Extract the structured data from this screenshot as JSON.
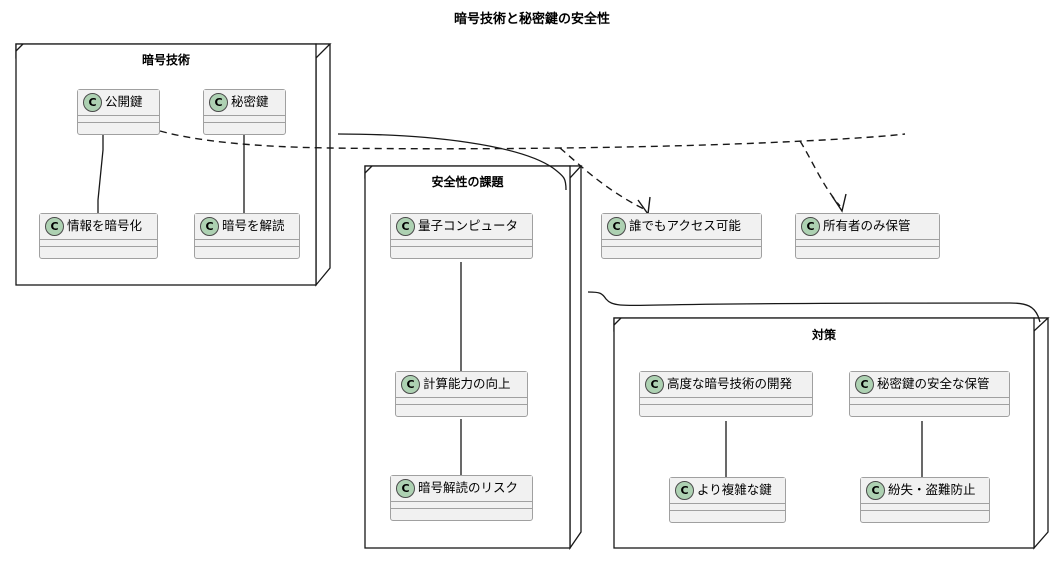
{
  "diagram": {
    "title": "暗号技術と秘密鍵の安全性",
    "type": "uml-class-diagram",
    "colors": {
      "class_fill": "#F1F1F1",
      "class_border": "#A0A0A0",
      "icon_fill": "#ADD1B2",
      "line": "#181818",
      "background": "#FFFFFF"
    }
  },
  "packages": [
    {
      "name": "pkg-cryptography",
      "label": "暗号技術",
      "classes": [
        {
          "name": "class-public-key",
          "label": "公開鍵",
          "icon": "class-icon",
          "stereotype": "C"
        },
        {
          "name": "class-secret-key",
          "label": "秘密鍵",
          "icon": "class-icon",
          "stereotype": "C"
        },
        {
          "name": "class-encrypt-info",
          "label": "情報を暗号化",
          "icon": "class-icon",
          "stereotype": "C"
        },
        {
          "name": "class-decrypt",
          "label": "暗号を解読",
          "icon": "class-icon",
          "stereotype": "C"
        }
      ]
    },
    {
      "name": "pkg-security-issues",
      "label": "安全性の課題",
      "classes": [
        {
          "name": "class-quantum-computer",
          "label": "量子コンピュータ",
          "icon": "class-icon",
          "stereotype": "C"
        },
        {
          "name": "class-compute-power",
          "label": "計算能力の向上",
          "icon": "class-icon",
          "stereotype": "C"
        },
        {
          "name": "class-decrypt-risk",
          "label": "暗号解読のリスク",
          "icon": "class-icon",
          "stereotype": "C"
        }
      ]
    },
    {
      "name": "pkg-countermeasures",
      "label": "対策",
      "classes": [
        {
          "name": "class-advanced-crypto",
          "label": "高度な暗号技術の開発",
          "icon": "class-icon",
          "stereotype": "C"
        },
        {
          "name": "class-safe-storage",
          "label": "秘密鍵の安全な保管",
          "icon": "class-icon",
          "stereotype": "C"
        },
        {
          "name": "class-complex-key",
          "label": "より複雑な鍵",
          "icon": "class-icon",
          "stereotype": "C"
        },
        {
          "name": "class-loss-theft",
          "label": "紛失・盗難防止",
          "icon": "class-icon",
          "stereotype": "C"
        }
      ]
    }
  ],
  "standalone_classes": [
    {
      "name": "class-anyone-access",
      "label": "誰でもアクセス可能",
      "icon": "class-icon",
      "stereotype": "C"
    },
    {
      "name": "class-owner-only",
      "label": "所有者のみ保管",
      "icon": "class-icon",
      "stereotype": "C"
    }
  ],
  "relations": [
    {
      "from": "公開鍵",
      "to": "情報を暗号化",
      "style": "solid"
    },
    {
      "from": "秘密鍵",
      "to": "暗号を解読",
      "style": "solid"
    },
    {
      "from": "公開鍵",
      "to": "誰でもアクセス可能",
      "style": "dashed-arrow"
    },
    {
      "from": "公開鍵",
      "to": "所有者のみ保管",
      "style": "dashed-arrow"
    },
    {
      "from": "量子コンピュータ",
      "to": "計算能力の向上",
      "style": "solid"
    },
    {
      "from": "計算能力の向上",
      "to": "暗号解読のリスク",
      "style": "solid"
    },
    {
      "from": "高度な暗号技術の開発",
      "to": "より複雑な鍵",
      "style": "solid"
    },
    {
      "from": "秘密鍵の安全な保管",
      "to": "紛失・盗難防止",
      "style": "solid"
    },
    {
      "from": "暗号技術",
      "to": "安全性の課題",
      "style": "solid-curve"
    },
    {
      "from": "安全性の課題",
      "to": "対策",
      "style": "solid-curve"
    }
  ]
}
